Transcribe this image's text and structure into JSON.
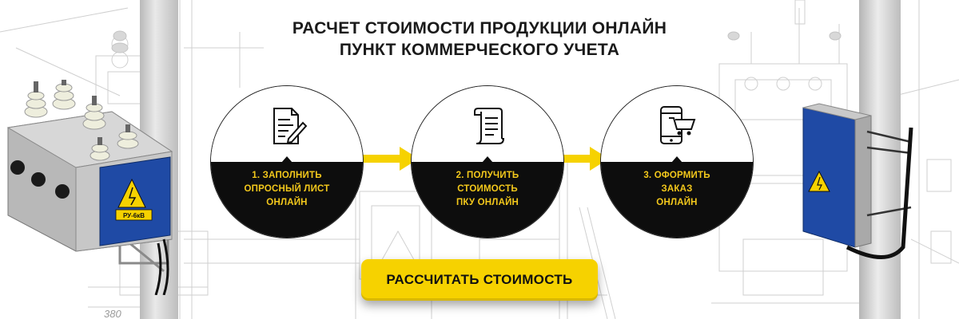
{
  "header": {
    "title_line1": "РАСЧЕТ СТОИМОСТИ ПРОДУКЦИИ ОНЛАЙН",
    "title_line2": "ПУНКТ КОММЕРЧЕСКОГО УЧЕТА"
  },
  "steps": [
    {
      "icon": "document-pen-icon",
      "line1": "1. ЗАПОЛНИТЬ",
      "line2": "ОПРОСНЫЙ ЛИСТ",
      "line3": "ОНЛАЙН"
    },
    {
      "icon": "scroll-receipt-icon",
      "line1": "2. ПОЛУЧИТЬ",
      "line2": "СТОИМОСТЬ",
      "line3": "ПКУ ОНЛАЙН"
    },
    {
      "icon": "phone-cart-icon",
      "line1": "3. ОФОРМИТЬ",
      "line2": "ЗАКАЗ",
      "line3": "ОНЛАЙН"
    }
  ],
  "device_left": {
    "plate": "РУ-6кВ"
  },
  "drawing": {
    "dimension_label": "380"
  },
  "cta": {
    "label": "РАССЧИТАТЬ СТОИМОСТЬ"
  },
  "colors": {
    "accent": "#f6d200",
    "step_text": "#f3c81b",
    "circle_dark": "#0d0d0d",
    "device_blue": "#1f4aa5"
  }
}
